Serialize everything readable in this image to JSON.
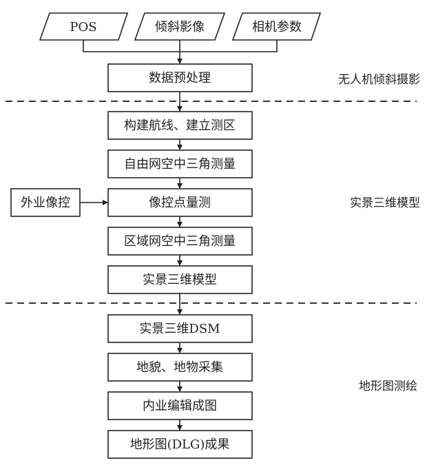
{
  "inputs": [
    "POS",
    "倾斜影像",
    "相机参数"
  ],
  "steps": [
    "数据预处理",
    "构建航线、建立测区",
    "自由网空中三角测量",
    "像控点量测",
    "区域网空中三角测量",
    "实景三维模型",
    "实景三维DSM",
    "地貌、地物采集",
    "内业编辑成图",
    "地形图(DLG)成果"
  ],
  "side_input": "外业像控",
  "sections": [
    "无人机倾斜摄影",
    "实景三维模型",
    "地形图测绘"
  ]
}
